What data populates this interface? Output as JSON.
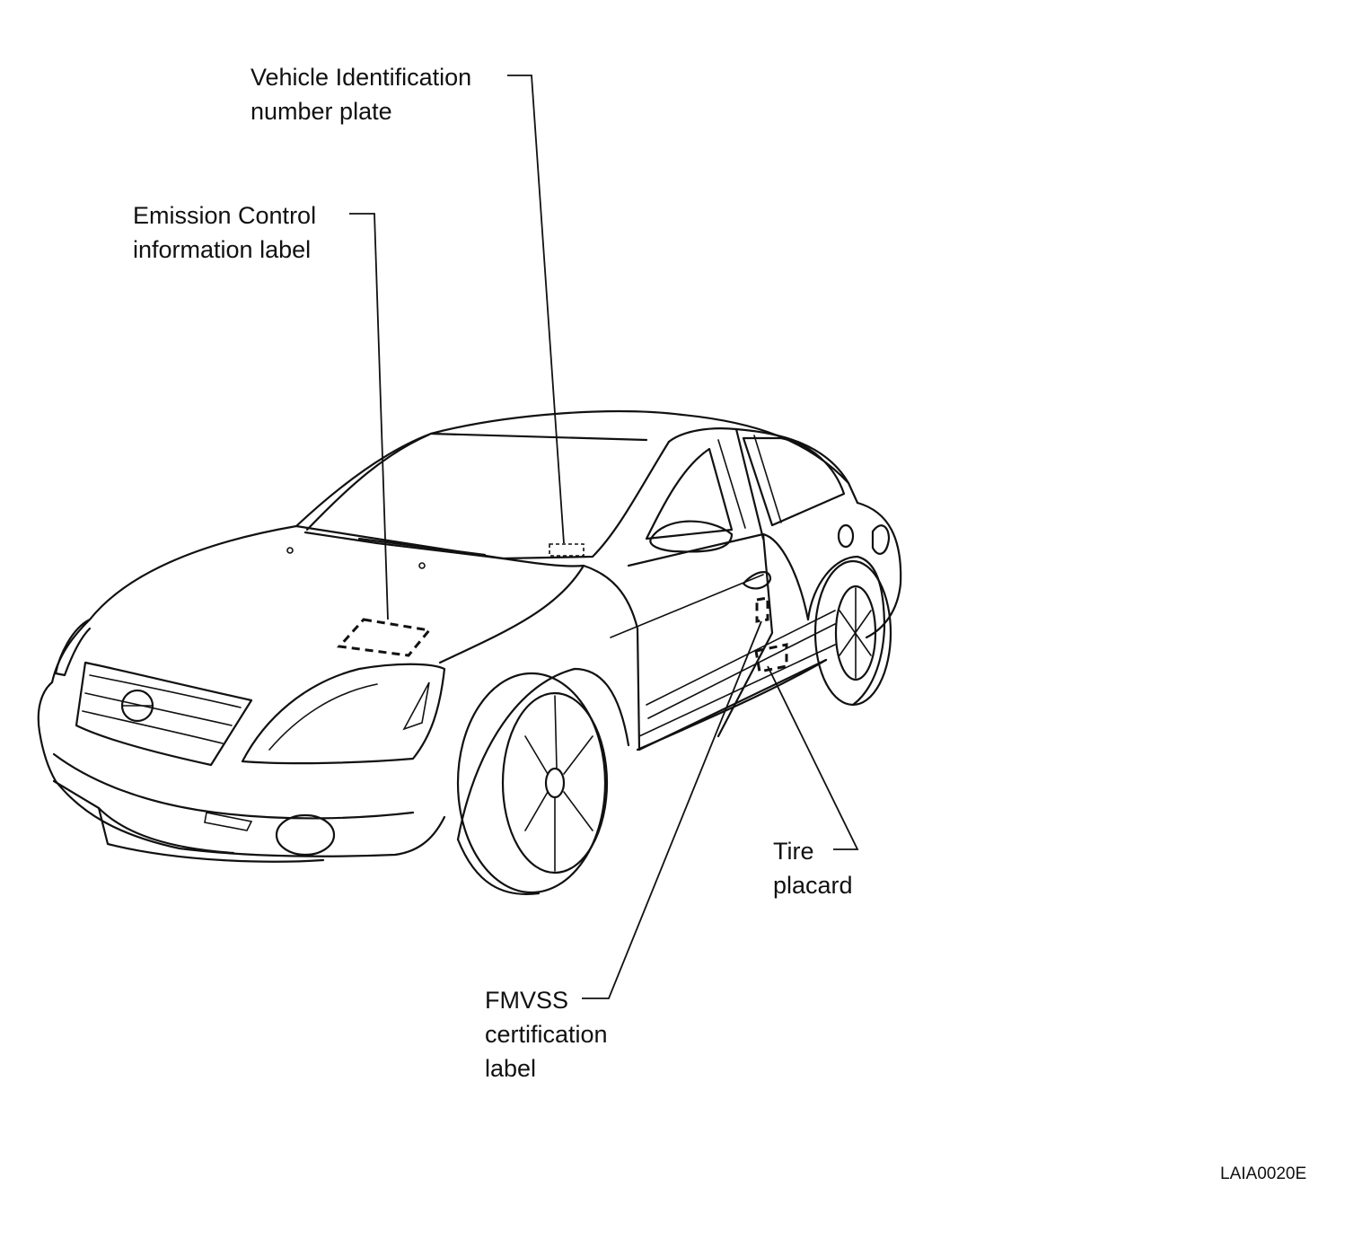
{
  "callouts": {
    "vin_plate": [
      "Vehicle Identification",
      "number plate"
    ],
    "emission_label": [
      "Emission Control",
      "information label"
    ],
    "tire_placard": [
      "Tire",
      "placard"
    ],
    "fmvss_label": [
      "FMVSS",
      "certification",
      "label"
    ]
  },
  "figure_code": "LAIA0020E"
}
